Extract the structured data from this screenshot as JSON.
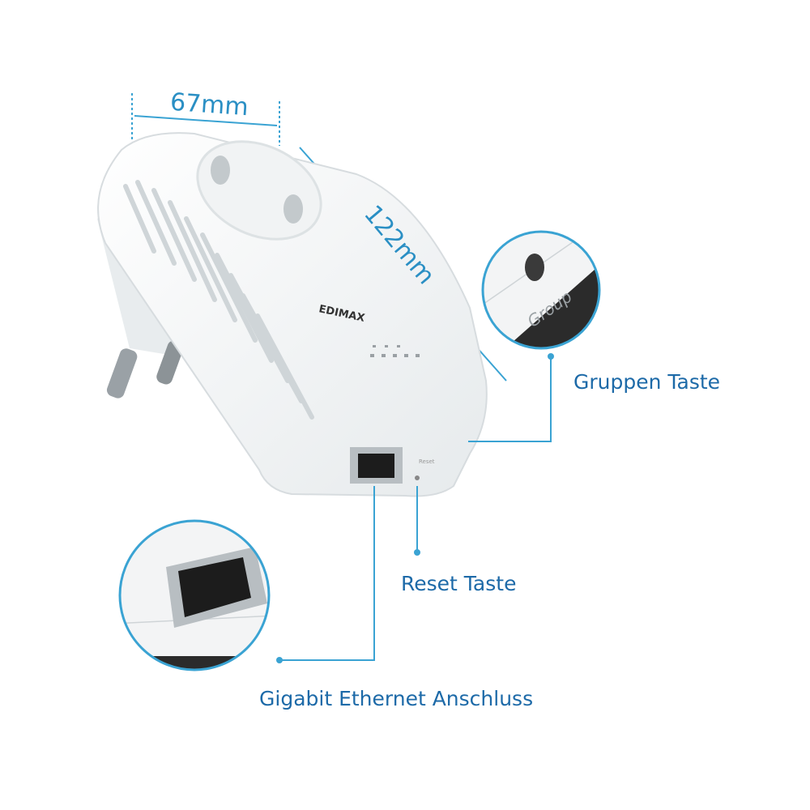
{
  "dimensions": {
    "width": "67mm",
    "length": "122mm"
  },
  "device": {
    "logo": "EDIMAX",
    "reset_marking": "Reset",
    "group_marking": "Group"
  },
  "callouts": {
    "group_button": "Gruppen Taste",
    "reset_button": "Reset Taste",
    "ethernet_port": "Gigabit Ethernet Anschluss"
  },
  "colors": {
    "label_text": "#1d6aa8",
    "callout_line": "#3aa3d3",
    "device_body": "#f4f6f7"
  }
}
